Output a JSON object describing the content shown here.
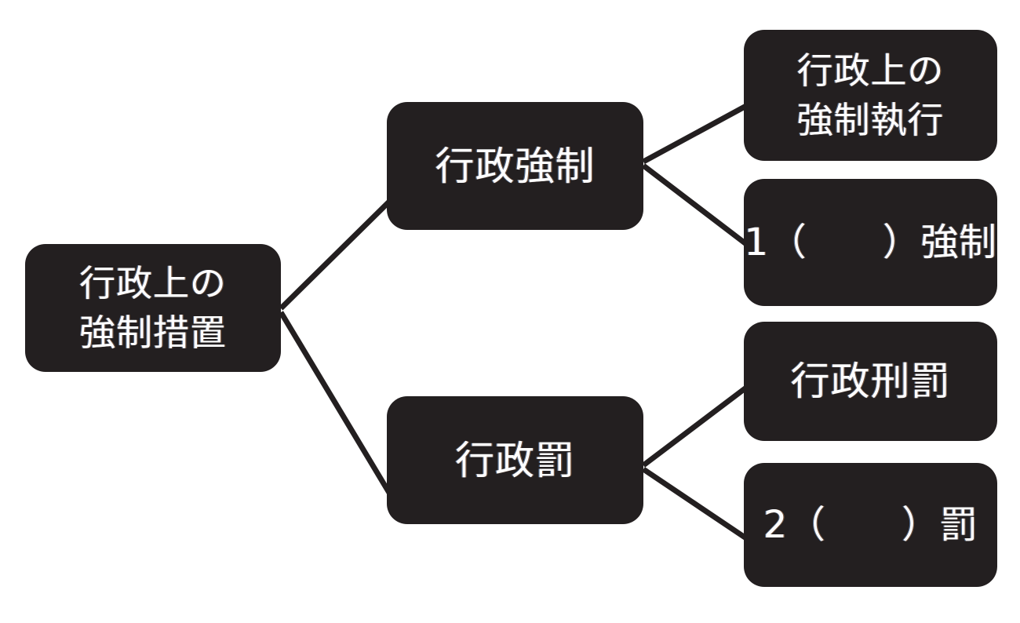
{
  "diagram": {
    "type": "tree",
    "title": "行政上の強制措置",
    "orientation": "left-to-right",
    "colors": {
      "node_fill": "#231f20",
      "node_text": "#ffffff",
      "connector": "#231f20",
      "background": "#ffffff"
    },
    "nodes": {
      "root": {
        "id": "root",
        "label": "行政上の\n強制措置",
        "level": 0,
        "is_blank": false
      },
      "gyosei_kyosei": {
        "id": "gyosei-kyosei",
        "label": "行政強制",
        "level": 1,
        "is_blank": false
      },
      "gyosei_batsu": {
        "id": "gyosei-batsu",
        "label": "行政罰",
        "level": 1,
        "is_blank": false
      },
      "kyosei_shikko": {
        "id": "gyoseijo-no-kyosei-shikko",
        "label": "行政上の\n強制執行",
        "level": 2,
        "is_blank": false
      },
      "blank_1": {
        "id": "blank-1-kyosei",
        "label": "1（　　）強制",
        "level": 2,
        "is_blank": true,
        "blank_number": "1",
        "suffix": "強制"
      },
      "gyosei_keibatsu": {
        "id": "gyosei-keibatsu",
        "label": "行政刑罰",
        "level": 2,
        "is_blank": false
      },
      "blank_2": {
        "id": "blank-2-batsu",
        "label": "2（　　）罰",
        "level": 2,
        "is_blank": true,
        "blank_number": "2",
        "suffix": "罰"
      }
    },
    "edges": [
      {
        "from": "root",
        "to": "gyosei_kyosei"
      },
      {
        "from": "root",
        "to": "gyosei_batsu"
      },
      {
        "from": "gyosei_kyosei",
        "to": "kyosei_shikko"
      },
      {
        "from": "gyosei_kyosei",
        "to": "blank_1"
      },
      {
        "from": "gyosei_batsu",
        "to": "gyosei_keibatsu"
      },
      {
        "from": "gyosei_batsu",
        "to": "blank_2"
      }
    ]
  }
}
